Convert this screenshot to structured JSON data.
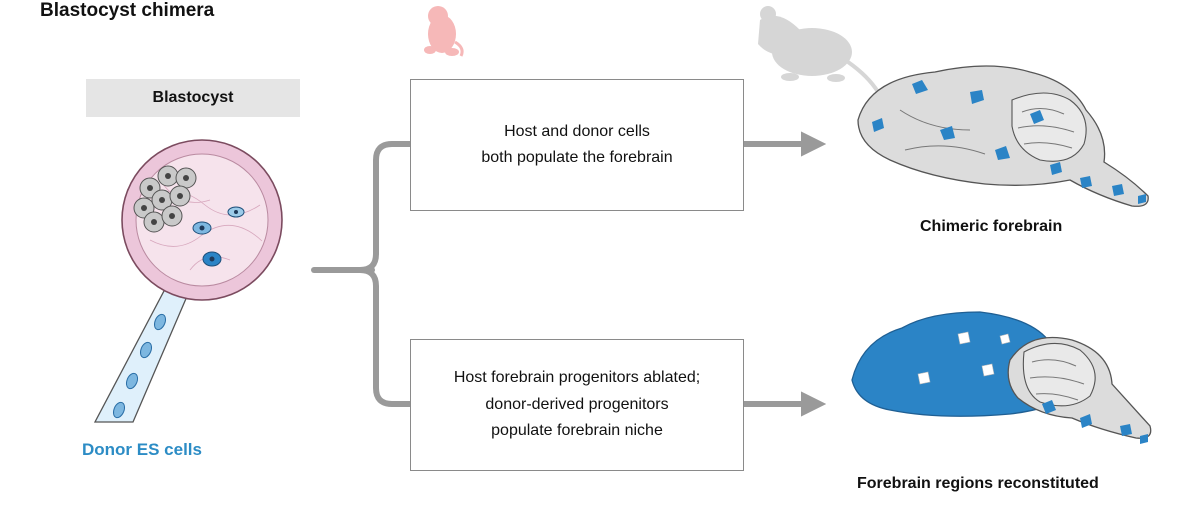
{
  "title": "Blastocyst chimera",
  "blastocyst_label": "Blastocyst",
  "donor_label": "Donor ES cells",
  "paths": [
    {
      "description": "Host and donor cells\nboth populate the forebrain",
      "outcome": "Chimeric forebrain"
    },
    {
      "description": "Host forebrain progenitors ablated;\ndonor-derived progenitors\npopulate forebrain niche",
      "outcome": "Forebrain regions reconstituted"
    }
  ],
  "colors": {
    "donor_blue": "#2b84c6",
    "brain_gray": "#dcdcdc",
    "blastocyst_pink": "#ecc6da",
    "arrow_gray": "#9a9a9a",
    "pup_pink": "#f6b8b8",
    "mouse_gray": "#d6d6d6"
  },
  "icons": [
    "pup-icon",
    "mouse-icon",
    "blastocyst-illustration",
    "pipette-illustration",
    "brain-illustration"
  ]
}
